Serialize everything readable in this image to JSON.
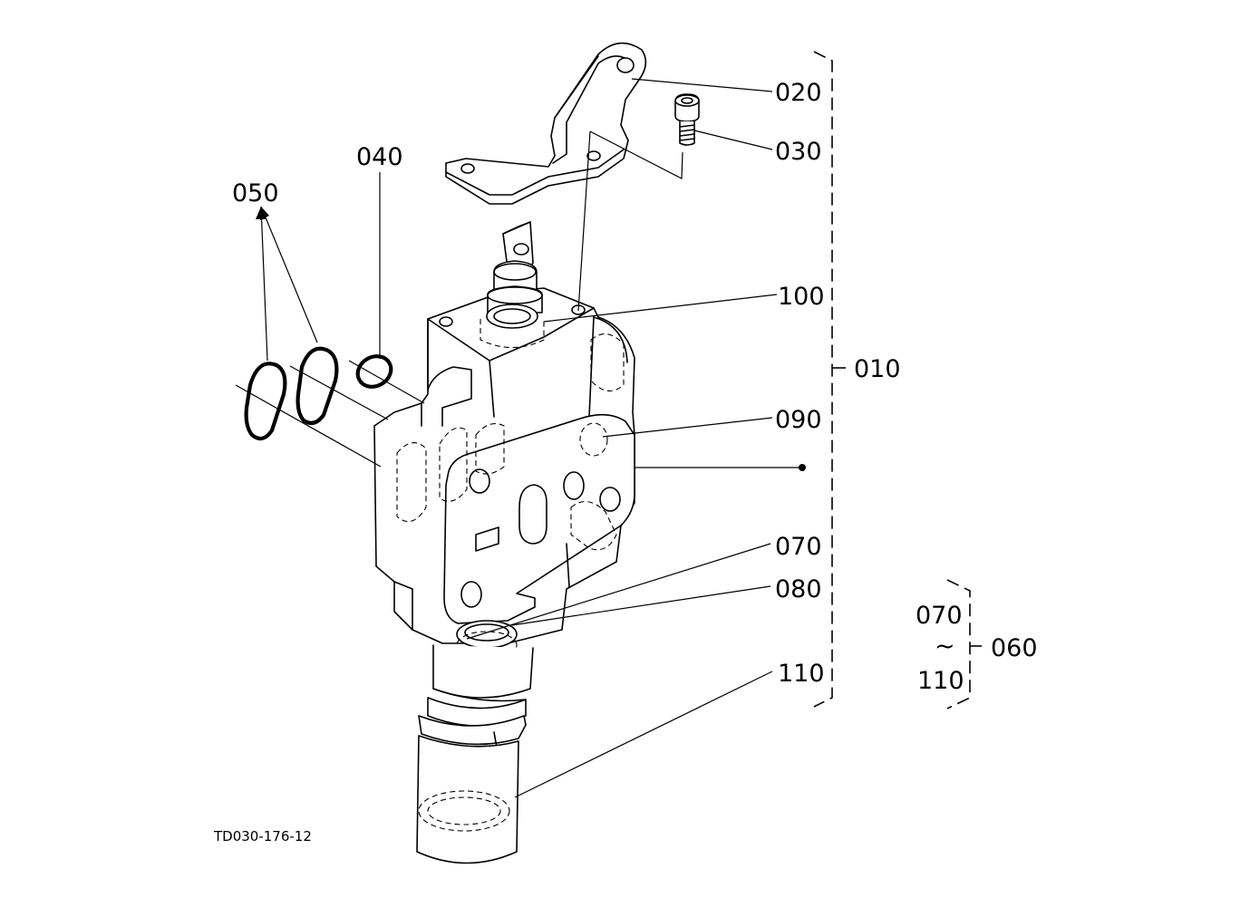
{
  "callouts": {
    "c010": "010",
    "c020": "020",
    "c030": "030",
    "c040": "040",
    "c050": "050",
    "c060": "060",
    "c070": "070",
    "c080": "080",
    "c090": "090",
    "c100": "100",
    "c110": "110"
  },
  "range_group": {
    "from": "070",
    "separator": "~",
    "to": "110",
    "group": "060"
  },
  "drawing_id": "TD030-176-12"
}
